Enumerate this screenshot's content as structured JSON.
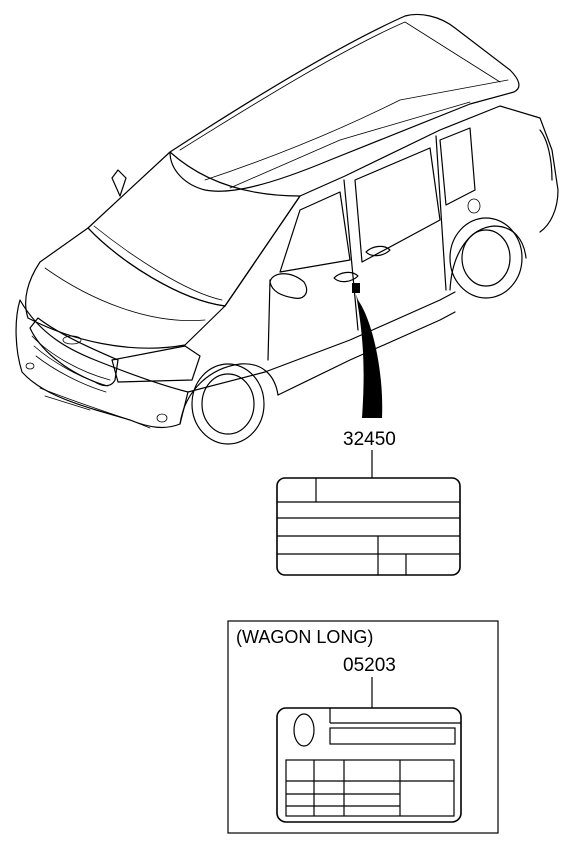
{
  "diagram": {
    "label_32450": {
      "part_number": "32450"
    },
    "wagon_long_box": {
      "variant": "(WAGON LONG)",
      "part_number": "05203"
    }
  }
}
